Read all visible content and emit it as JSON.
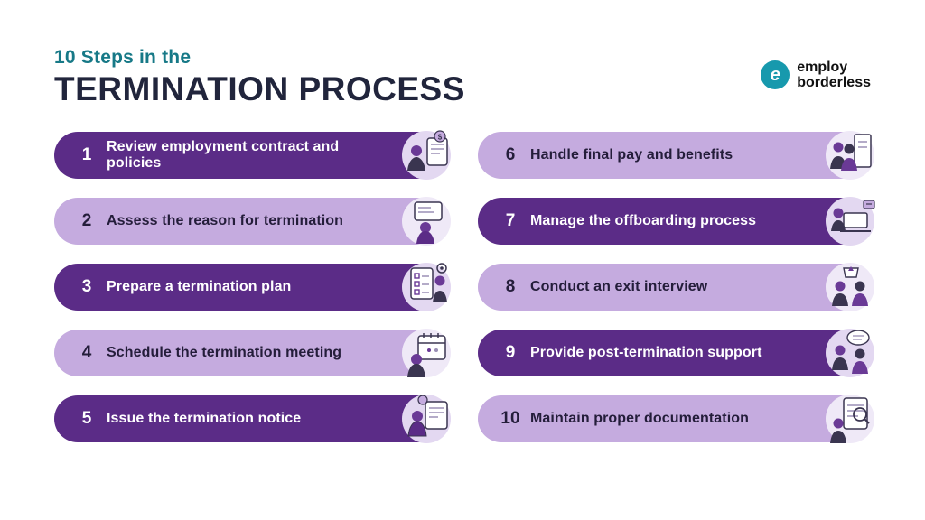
{
  "colors": {
    "dark": "#5b2c87",
    "light": "#c5abdf",
    "teal": "#177987",
    "ink": "#21253c",
    "logoteal": "#1799ad"
  },
  "header": {
    "title_small": "10 Steps in the",
    "title_big": "TERMINATION PROCESS"
  },
  "logo": {
    "mark": "e",
    "line1": "employ",
    "line2": "borderless"
  },
  "steps": [
    {
      "num": "1",
      "label": "Review employment contract and policies",
      "variant": "dark"
    },
    {
      "num": "2",
      "label": "Assess the reason for termination",
      "variant": "light"
    },
    {
      "num": "3",
      "label": "Prepare a termination plan",
      "variant": "dark"
    },
    {
      "num": "4",
      "label": "Schedule the termination meeting",
      "variant": "light"
    },
    {
      "num": "5",
      "label": "Issue the termination notice",
      "variant": "dark"
    },
    {
      "num": "6",
      "label": "Handle final pay and benefits",
      "variant": "light"
    },
    {
      "num": "7",
      "label": "Manage the offboarding process",
      "variant": "dark"
    },
    {
      "num": "8",
      "label": "Conduct an exit interview",
      "variant": "light"
    },
    {
      "num": "9",
      "label": "Provide post-termination support",
      "variant": "dark"
    },
    {
      "num": "10",
      "label": "Maintain proper documentation",
      "variant": "light"
    }
  ]
}
